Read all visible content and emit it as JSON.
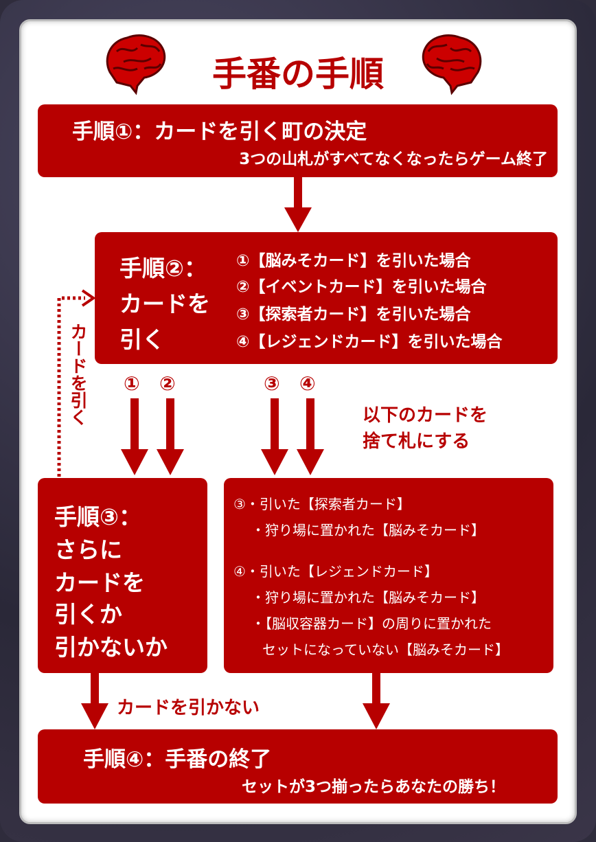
{
  "title": "手番の手順",
  "colors": {
    "accent": "#b70000",
    "frame": "#2f2c3c"
  },
  "icons": [
    "brain-icon",
    "brain-icon"
  ],
  "step1": {
    "heading": "手順①：カードを引く町の決定",
    "note": "3つの山札がすべてなくなったらゲーム終了"
  },
  "step2": {
    "heading_lines": [
      "手順②：",
      "カードを",
      "引く"
    ],
    "cases": [
      "①【脳みそカード】を引いた場合",
      "②【イベントカード】を引いた場合",
      "③【探索者カード】を引いた場合",
      "④【レジェンドカード】を引いた場合"
    ]
  },
  "branch_labels": [
    "①",
    "②",
    "③",
    "④"
  ],
  "discard_label": [
    "以下のカードを",
    "捨て札にする"
  ],
  "loop_label": "カードを引く",
  "step3": {
    "heading_lines": [
      "手順③：",
      "さらに",
      "カードを",
      "引くか",
      "引かないか"
    ]
  },
  "discard_box": {
    "lines": [
      "③・引いた【探索者カード】",
      "・狩り場に置かれた【脳みそカード】",
      "④・引いた【レジェンドカード】",
      "・狩り場に置かれた【脳みそカード】",
      "・【脳収容器カード】の周りに置かれた",
      "セットになっていない【脳みそカード】"
    ]
  },
  "no_draw_label": "カードを引かない",
  "step4": {
    "heading": "手順④：手番の終了",
    "note": "セットが3つ揃ったらあなたの勝ち！"
  }
}
